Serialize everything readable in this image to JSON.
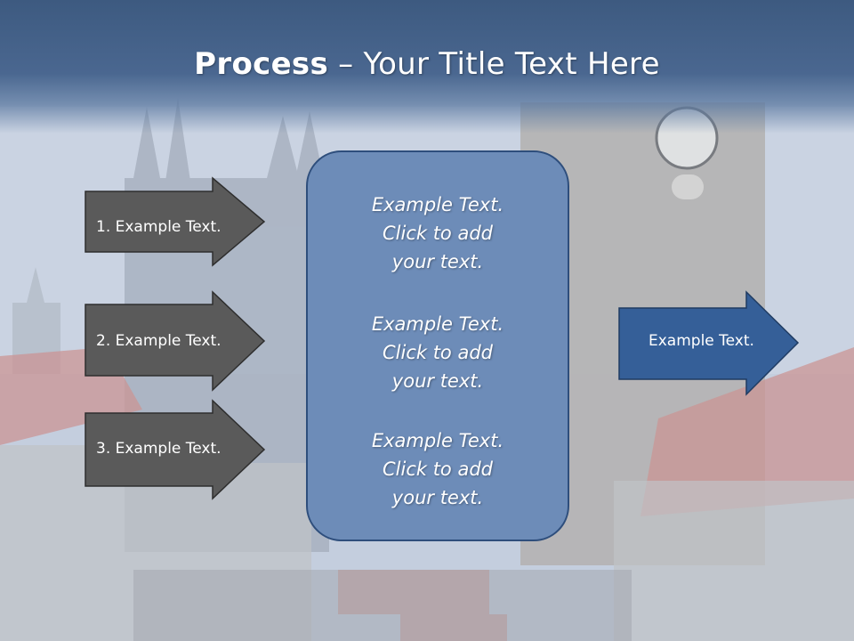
{
  "slide": {
    "title_bold": "Process",
    "title_rest": " – Your Title Text Here"
  },
  "left_arrows": [
    {
      "label": "1. Example Text."
    },
    {
      "label": "2. Example Text."
    },
    {
      "label": "3. Example Text."
    }
  ],
  "center_panel": {
    "blocks": [
      {
        "line1": "Example Text.",
        "line2": "Click  to add",
        "line3": "your text."
      },
      {
        "line1": "Example Text.",
        "line2": "Click  to add",
        "line3": "your text."
      },
      {
        "line1": "Example Text.",
        "line2": "Click  to add",
        "line3": "your text."
      }
    ]
  },
  "right_arrow": {
    "label": "Example Text."
  },
  "colors": {
    "title_band": "#3d5a80",
    "left_arrow_fill": "#5a5a5a",
    "panel_fill": "#6d8cb8",
    "right_arrow_fill": "#355f98"
  }
}
